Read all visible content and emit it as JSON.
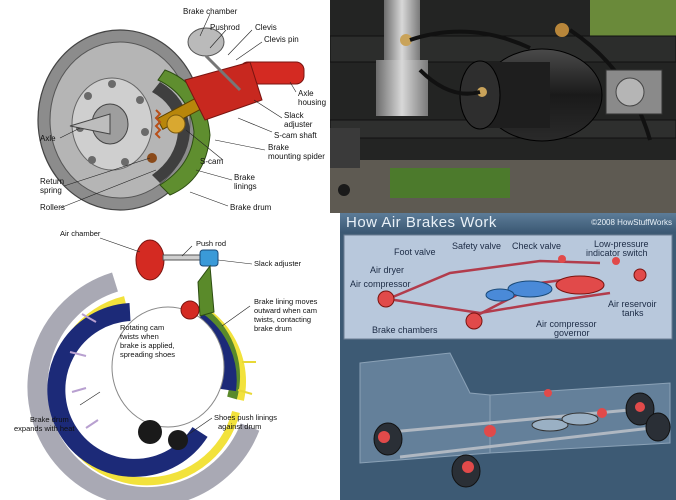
{
  "panel1": {
    "labels": {
      "brake_chamber": "Brake chamber",
      "pushrod": "Pushrod",
      "clevis": "Clevis",
      "clevis_pin": "Clevis pin",
      "axle_housing": "Axle housing",
      "axle_housing_1": "Axle",
      "axle_housing_2": "housing",
      "slack_adjuster_1": "Slack",
      "slack_adjuster_2": "adjuster",
      "s_cam_shaft": "S-cam shaft",
      "brake_spider_1": "Brake",
      "brake_spider_2": "mounting spider",
      "s_cam": "S-cam",
      "brake_linings_1": "Brake",
      "brake_linings_2": "linings",
      "brake_drum": "Brake drum",
      "axle": "Axle",
      "return_spring_1": "Return",
      "return_spring_2": "spring",
      "rollers": "Rollers"
    }
  },
  "panel3": {
    "labels": {
      "air_chamber": "Air chamber",
      "push_rod": "Push rod",
      "slack_adjuster": "Slack adjuster",
      "lining_1": "Brake lining moves",
      "lining_2": "outward when cam",
      "lining_3": "twists, contacting",
      "lining_4": "brake drum",
      "cam_1": "Rotating cam",
      "cam_2": "twists when",
      "cam_3": "brake is applied,",
      "cam_4": "spreading shoes",
      "drum_1": "Brake drum",
      "drum_2": "expands with heat",
      "shoes_1": "Shoes push linings",
      "shoes_2": "against drum"
    }
  },
  "panel4": {
    "title": "How Air Brakes Work",
    "copyright": "©2008 HowStuffWorks",
    "labels": {
      "foot_valve": "Foot valve",
      "safety_valve": "Safety valve",
      "check_valve": "Check valve",
      "low_pressure_1": "Low-pressure",
      "low_pressure_2": "indicator switch",
      "air_dryer": "Air dryer",
      "air_compressor": "Air compressor",
      "air_reservoir_1": "Air reservoir",
      "air_reservoir_2": "tanks",
      "brake_chambers": "Brake chambers",
      "governor_1": "Air compressor",
      "governor_2": "governor"
    }
  },
  "colors": {
    "drum_gray": "#9a9a9a",
    "chamber_red": "#d42a22",
    "shoe_green": "#5a8a2a",
    "lining_yellow": "#f2e23c",
    "shoe_navy": "#1c2a78",
    "tank_red": "#e14a4a",
    "tank_blue": "#4a8ad8",
    "bg_blue": "#3d5a74"
  }
}
